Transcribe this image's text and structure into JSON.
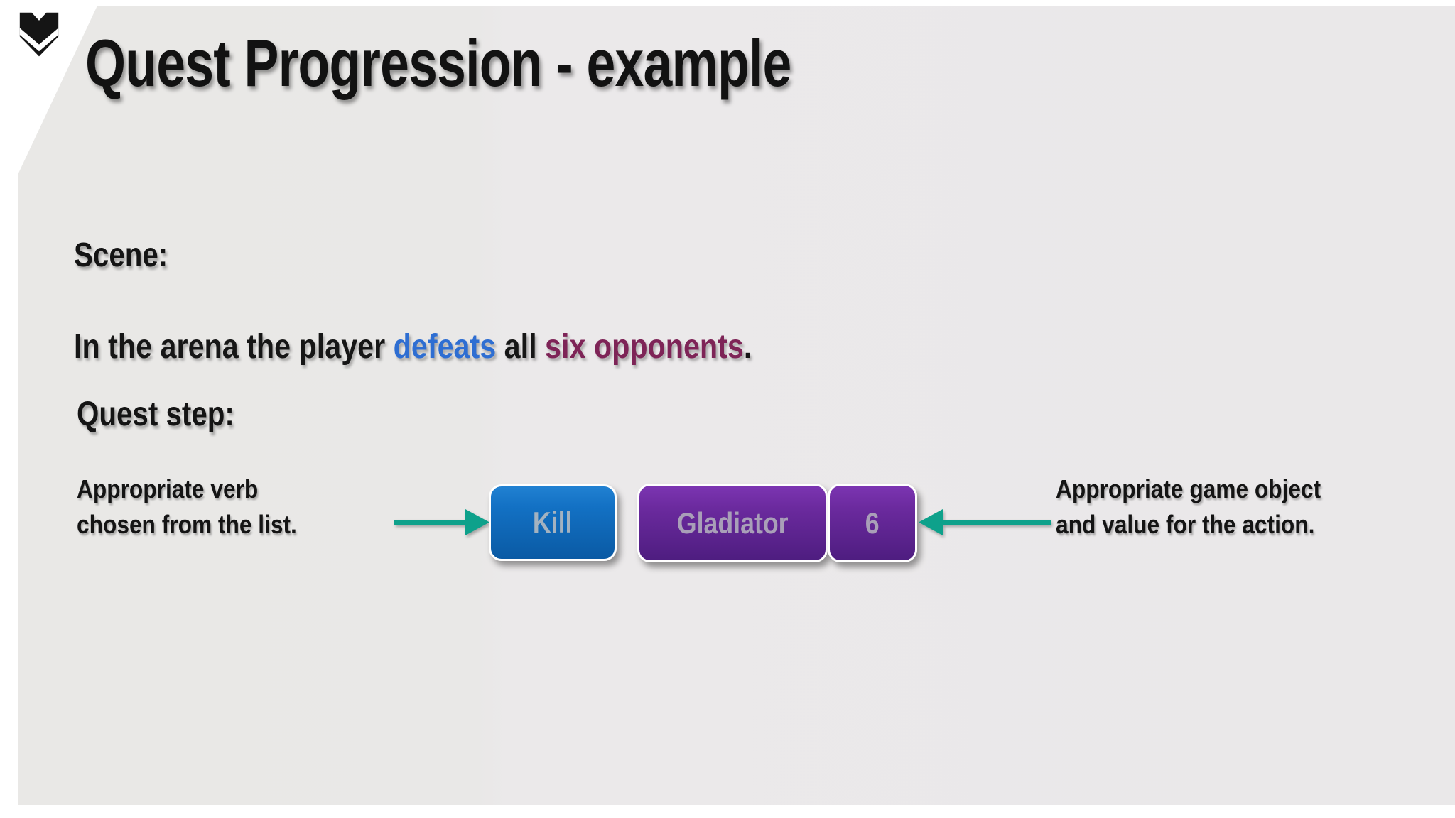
{
  "slide": {
    "title": "Quest Progression - example",
    "scene_label": "Scene:",
    "scene_sentence": {
      "part1": "In the arena the player ",
      "verb": "defeats",
      "part2": " all ",
      "object": "six opponents",
      "period": "."
    },
    "quest_step_label": "Quest step:",
    "left_annotation": {
      "line1": "Appropriate verb",
      "line2": "chosen from the list."
    },
    "right_annotation": {
      "line1": "Appropriate game object",
      "line2": "and value for the action."
    },
    "quest_step_buttons": [
      {
        "label": "Kill",
        "role": "verb"
      },
      {
        "label": "Gladiator",
        "role": "game-object"
      },
      {
        "label": "6",
        "role": "value"
      }
    ],
    "icons": {
      "logo": "chevron-shield-logo",
      "left_arrow": "arrow-right-icon",
      "right_arrow": "arrow-left-icon"
    },
    "colors": {
      "background": "#e9e8e7",
      "verb_text": "#2e6ed2",
      "object_text": "#7e2457",
      "arrow": "#0ea18b",
      "verb_button_top": "#1371c4",
      "verb_button_bottom": "#0a5aa4",
      "object_button_top": "#6b2a9e",
      "object_button_bottom": "#4e1d80"
    }
  }
}
